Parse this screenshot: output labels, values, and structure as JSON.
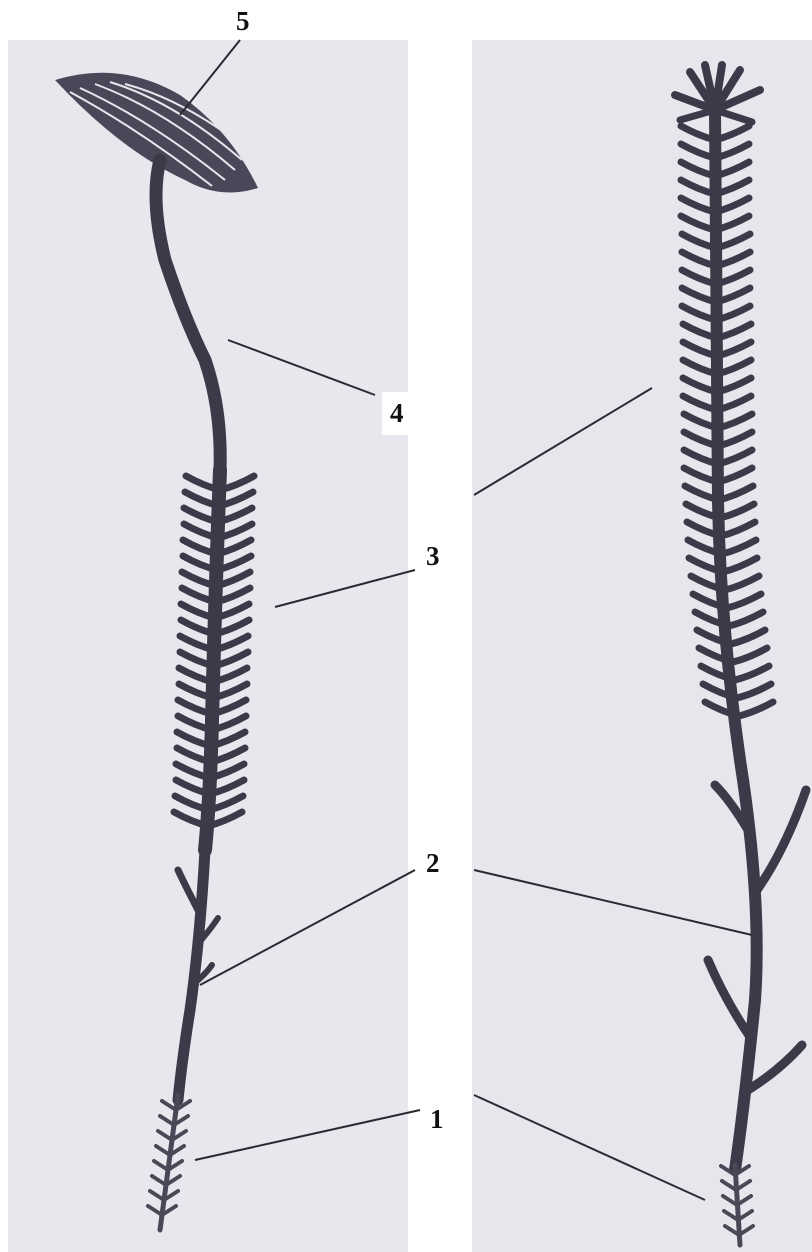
{
  "labels": {
    "one": "1",
    "two": "2",
    "three": "3",
    "four": "4",
    "five": "5"
  },
  "colors": {
    "plant_ink": "#3c3a48",
    "paper": "#e9e6ee",
    "leader_line": "#2a2a32"
  }
}
